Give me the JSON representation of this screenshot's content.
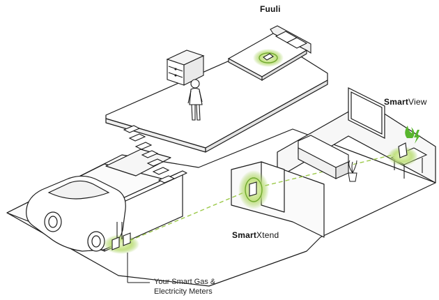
{
  "labels": {
    "hub": "Fuuli",
    "display_bold": "Smart",
    "display_rest": "View",
    "extender_bold": "Smart",
    "extender_rest": "Xtend",
    "meters_line1": "Your Smart Gas &",
    "meters_line2": "Electricity Meters"
  },
  "colors": {
    "outline": "#1a1a1a",
    "glow": "#a6d05a",
    "glow_dark": "#6fa82e",
    "signal_line": "#9cc94a",
    "flame": "#58b52d"
  },
  "icons": [
    "house-cutaway-illustration",
    "bed-icon",
    "hub-device-icon",
    "dresser-icon",
    "person-icon",
    "stairs-icon",
    "car-icon",
    "gas-meter-icon",
    "electricity-meter-icon",
    "extender-device-icon",
    "sofa-icon",
    "tv-icon",
    "display-device-icon",
    "flame-icon",
    "lightning-icon",
    "plant-icon"
  ]
}
